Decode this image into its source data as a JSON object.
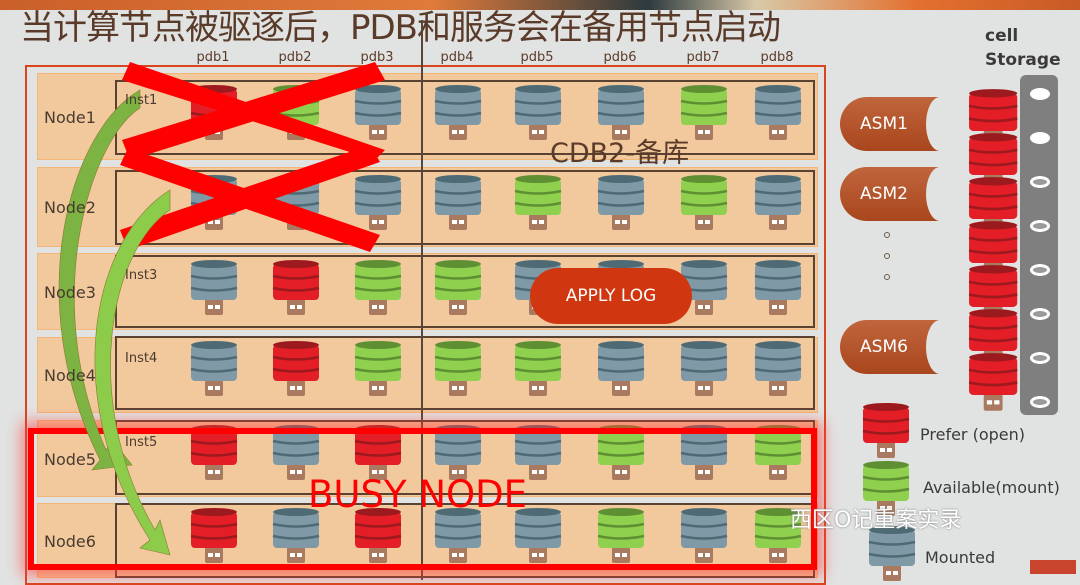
{
  "title": "当计算节点被驱逐后，PDB和服务会在备用节点启动",
  "pdbs": [
    "pdb1",
    "pdb2",
    "pdb3",
    "pdb4",
    "pdb5",
    "pdb6",
    "pdb7",
    "pdb8"
  ],
  "nodes": [
    {
      "label": "Node1",
      "inst": "Inst1",
      "states": [
        "prefer",
        "available",
        "mounted",
        "mounted",
        "mounted",
        "mounted",
        "available",
        "mounted"
      ],
      "evicted": true
    },
    {
      "label": "Node2",
      "inst": "",
      "states": [
        "mounted",
        "mounted",
        "mounted",
        "mounted",
        "available",
        "mounted",
        "available",
        "mounted"
      ],
      "evicted": true
    },
    {
      "label": "Node3",
      "inst": "Inst3",
      "states": [
        "mounted",
        "prefer",
        "available",
        "available",
        "mounted",
        "mounted",
        "mounted",
        "mounted"
      ]
    },
    {
      "label": "Node4",
      "inst": "Inst4",
      "states": [
        "mounted",
        "prefer",
        "available",
        "available",
        "available",
        "mounted",
        "mounted",
        "mounted"
      ]
    },
    {
      "label": "Node5",
      "inst": "Inst5",
      "states": [
        "prefer",
        "mounted",
        "prefer",
        "mounted",
        "mounted",
        "available",
        "mounted",
        "available"
      ]
    },
    {
      "label": "Node6",
      "inst": "",
      "states": [
        "prefer",
        "mounted",
        "prefer",
        "mounted",
        "mounted",
        "available",
        "mounted",
        "available"
      ]
    }
  ],
  "cdb_label": "CDB2-备库",
  "apply_log": "APPLY LOG",
  "busy_label": "BUSY NODE",
  "asm": [
    "ASM1",
    "ASM2",
    "ASM6"
  ],
  "storage": {
    "line1": "cell",
    "line2": "Storage"
  },
  "legend": [
    {
      "state": "prefer",
      "label": "Prefer (open)"
    },
    {
      "state": "available",
      "label": "Available(mount)"
    },
    {
      "state": "mounted",
      "label": "Mounted"
    }
  ],
  "watermark": "西区O记重案实录",
  "colors": {
    "prefer": "#e41e26",
    "available": "#8fd14f",
    "mounted": "#7f9aa6",
    "accent": "#d0360f",
    "x_mark": "#ff0000",
    "arrow": "#7cb342"
  }
}
